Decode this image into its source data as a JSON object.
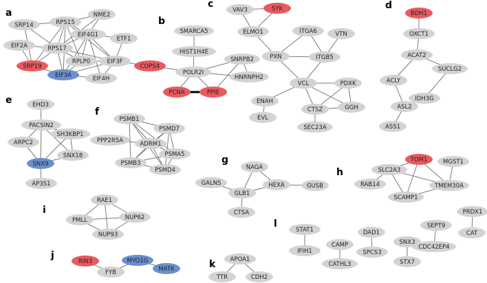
{
  "colors": {
    "default": "#d3d3d3",
    "red": "#e85a5f",
    "blue": "#6a8fce"
  },
  "panels": [
    {
      "label": "a",
      "nodes": [
        {
          "id": "SRP14",
          "color": "default"
        },
        {
          "id": "RPS15",
          "color": "default"
        },
        {
          "id": "NME2",
          "color": "default"
        },
        {
          "id": "EIF4G1",
          "color": "default"
        },
        {
          "id": "ETF1",
          "color": "default"
        },
        {
          "id": "EIF2A",
          "color": "default"
        },
        {
          "id": "RPS17",
          "color": "default"
        },
        {
          "id": "RPLP0",
          "color": "default"
        },
        {
          "id": "EIF3F",
          "color": "default"
        },
        {
          "id": "SRP19",
          "color": "red"
        },
        {
          "id": "EIF3A",
          "color": "blue"
        },
        {
          "id": "EIF4H",
          "color": "default"
        }
      ],
      "edges": [
        [
          "SRP14",
          "RPS15"
        ],
        [
          "SRP14",
          "RPS17"
        ],
        [
          "SRP14",
          "SRP19"
        ],
        [
          "RPS15",
          "NME2"
        ],
        [
          "RPS15",
          "EIF4G1"
        ],
        [
          "RPS15",
          "RPS17"
        ],
        [
          "RPS15",
          "RPLP0"
        ],
        [
          "RPS15",
          "EIF3F"
        ],
        [
          "RPS15",
          "EIF3A"
        ],
        [
          "NME2",
          "EIF4G1"
        ],
        [
          "NME2",
          "RPS17"
        ],
        [
          "EIF4G1",
          "ETF1"
        ],
        [
          "EIF4G1",
          "RPS17"
        ],
        [
          "EIF4G1",
          "EIF3F"
        ],
        [
          "EIF4G1",
          "EIF3A"
        ],
        [
          "EIF4G1",
          "RPLP0"
        ],
        [
          "EIF4G1",
          "EIF4H"
        ],
        [
          "EIF2A",
          "RPS17"
        ],
        [
          "EIF2A",
          "SRP19"
        ],
        [
          "RPS17",
          "RPLP0"
        ],
        [
          "RPS17",
          "EIF3F"
        ],
        [
          "RPS17",
          "EIF3A"
        ],
        [
          "RPS17",
          "SRP19"
        ],
        [
          "RPLP0",
          "EIF3A"
        ],
        [
          "RPLP0",
          "EIF3F"
        ],
        [
          "EIF3F",
          "EIF3A"
        ],
        [
          "EIF3F",
          "EIF4H"
        ],
        [
          "EIF3F",
          "ETF1"
        ],
        [
          "EIF3A",
          "SRP19"
        ],
        [
          "EIF3A",
          "EIF4H"
        ],
        [
          "RPS15",
          "SRP19"
        ],
        [
          "EIF3F",
          "COPS4"
        ]
      ]
    },
    {
      "label": "b",
      "nodes": [
        {
          "id": "SMARCA5",
          "color": "default"
        },
        {
          "id": "HIST1H4E",
          "color": "default"
        },
        {
          "id": "SNRPB2",
          "color": "default"
        },
        {
          "id": "COPS4",
          "color": "red"
        },
        {
          "id": "POLR2I",
          "color": "default"
        },
        {
          "id": "HNRNPH2",
          "color": "default"
        },
        {
          "id": "PCNA",
          "color": "red"
        },
        {
          "id": "PPIE",
          "color": "red"
        }
      ],
      "edges": [
        [
          "SMARCA5",
          "HIST1H4E"
        ],
        [
          "HIST1H4E",
          "POLR2I"
        ],
        [
          "COPS4",
          "POLR2I"
        ],
        [
          "POLR2I",
          "SNRPB2"
        ],
        [
          "POLR2I",
          "HNRNPH2"
        ],
        [
          "SNRPB2",
          "HNRNPH2"
        ],
        [
          "POLR2I",
          "PCNA"
        ],
        [
          "POLR2I",
          "PPIE"
        ],
        [
          "SNRPB2",
          "PPIE"
        ],
        [
          "PCNA",
          "PPIE",
          "thick"
        ]
      ]
    },
    {
      "label": "c",
      "nodes": [
        {
          "id": "VAV3",
          "color": "default"
        },
        {
          "id": "SYK",
          "color": "red"
        },
        {
          "id": "ELMO1",
          "color": "default"
        },
        {
          "id": "ITGA6",
          "color": "default"
        },
        {
          "id": "VTN",
          "color": "default"
        },
        {
          "id": "PXN",
          "color": "default"
        },
        {
          "id": "ITGB5",
          "color": "default"
        },
        {
          "id": "VCL",
          "color": "default"
        },
        {
          "id": "PDXK",
          "color": "default"
        },
        {
          "id": "ENAH",
          "color": "default"
        },
        {
          "id": "GGH",
          "color": "default"
        },
        {
          "id": "CTSZ",
          "color": "default"
        },
        {
          "id": "EVL",
          "color": "default"
        },
        {
          "id": "SEC23A",
          "color": "default"
        }
      ],
      "edges": [
        [
          "VAV3",
          "SYK"
        ],
        [
          "VAV3",
          "ELMO1"
        ],
        [
          "SYK",
          "ELMO1"
        ],
        [
          "ELMO1",
          "PXN"
        ],
        [
          "ITGA6",
          "PXN"
        ],
        [
          "ITGA6",
          "ITGB5"
        ],
        [
          "VTN",
          "ITGB5"
        ],
        [
          "PXN",
          "ITGB5"
        ],
        [
          "PXN",
          "VCL"
        ],
        [
          "ITGB5",
          "VCL"
        ],
        [
          "VCL",
          "PDXK"
        ],
        [
          "VCL",
          "ENAH"
        ],
        [
          "VCL",
          "CTSZ"
        ],
        [
          "VCL",
          "GGH"
        ],
        [
          "PDXK",
          "GGH"
        ],
        [
          "PDXK",
          "CTSZ"
        ],
        [
          "CTSZ",
          "GGH"
        ],
        [
          "CTSZ",
          "SEC23A"
        ],
        [
          "ENAH",
          "EVL"
        ]
      ]
    },
    {
      "label": "d",
      "nodes": [
        {
          "id": "BDH1",
          "color": "red"
        },
        {
          "id": "OXCT1",
          "color": "default"
        },
        {
          "id": "ACAT2",
          "color": "default"
        },
        {
          "id": "SUCLG2",
          "color": "default"
        },
        {
          "id": "ACLY",
          "color": "default"
        },
        {
          "id": "IDH3G",
          "color": "default"
        },
        {
          "id": "ASL2",
          "color": "default"
        },
        {
          "id": "ASS1",
          "color": "default"
        }
      ],
      "edges": [
        [
          "BDH1",
          "OXCT1"
        ],
        [
          "OXCT1",
          "ACAT2"
        ],
        [
          "ACAT2",
          "SUCLG2"
        ],
        [
          "ACAT2",
          "ACLY"
        ],
        [
          "SUCLG2",
          "IDH3G"
        ],
        [
          "ACLY",
          "ASL2"
        ],
        [
          "IDH3G",
          "ASL2"
        ],
        [
          "ASL2",
          "ASS1"
        ]
      ]
    },
    {
      "label": "e",
      "nodes": [
        {
          "id": "EHD3",
          "color": "default"
        },
        {
          "id": "PACSIN2",
          "color": "default"
        },
        {
          "id": "SH3KBP1",
          "color": "default"
        },
        {
          "id": "ARPC2",
          "color": "default"
        },
        {
          "id": "SNX18",
          "color": "default"
        },
        {
          "id": "SNX9",
          "color": "blue"
        },
        {
          "id": "AP3S1",
          "color": "default"
        }
      ],
      "edges": [
        [
          "EHD3",
          "PACSIN2"
        ],
        [
          "PACSIN2",
          "SH3KBP1"
        ],
        [
          "PACSIN2",
          "ARPC2"
        ],
        [
          "PACSIN2",
          "SNX9"
        ],
        [
          "PACSIN2",
          "SNX18"
        ],
        [
          "SH3KBP1",
          "SNX9"
        ],
        [
          "SH3KBP1",
          "SNX18"
        ],
        [
          "ARPC2",
          "SNX9"
        ],
        [
          "SNX18",
          "SNX9"
        ],
        [
          "SNX9",
          "AP3S1"
        ]
      ]
    },
    {
      "label": "f",
      "nodes": [
        {
          "id": "PSMB1",
          "color": "default"
        },
        {
          "id": "PSMD7",
          "color": "default"
        },
        {
          "id": "PPP2R5A",
          "color": "default"
        },
        {
          "id": "ADRM1",
          "color": "default"
        },
        {
          "id": "PSMA5",
          "color": "default"
        },
        {
          "id": "PSMB3",
          "color": "default"
        },
        {
          "id": "PSMD4",
          "color": "default"
        }
      ],
      "edges": [
        [
          "PSMB1",
          "PSMD7"
        ],
        [
          "PSMB1",
          "ADRM1"
        ],
        [
          "PSMB1",
          "PSMA5"
        ],
        [
          "PSMB1",
          "PSMB3"
        ],
        [
          "PSMB1",
          "PSMD4"
        ],
        [
          "PSMD7",
          "ADRM1"
        ],
        [
          "PSMD7",
          "PSMA5"
        ],
        [
          "PSMD7",
          "PSMB3"
        ],
        [
          "PSMD7",
          "PSMD4"
        ],
        [
          "PPP2R5A",
          "ADRM1"
        ],
        [
          "ADRM1",
          "PSMA5"
        ],
        [
          "ADRM1",
          "PSMB3"
        ],
        [
          "ADRM1",
          "PSMD4"
        ],
        [
          "PSMA5",
          "PSMB3"
        ],
        [
          "PSMA5",
          "PSMD4"
        ],
        [
          "PSMB3",
          "PSMD4"
        ]
      ]
    },
    {
      "label": "g",
      "nodes": [
        {
          "id": "NAGA",
          "color": "default"
        },
        {
          "id": "GALNS",
          "color": "default"
        },
        {
          "id": "HEXA",
          "color": "default"
        },
        {
          "id": "GUSB",
          "color": "default"
        },
        {
          "id": "GLB1",
          "color": "default"
        },
        {
          "id": "CTSA",
          "color": "default"
        }
      ],
      "edges": [
        [
          "NAGA",
          "GLB1"
        ],
        [
          "NAGA",
          "HEXA"
        ],
        [
          "GALNS",
          "GLB1"
        ],
        [
          "HEXA",
          "GLB1"
        ],
        [
          "HEXA",
          "GUSB"
        ],
        [
          "GLB1",
          "CTSA"
        ]
      ]
    },
    {
      "label": "h",
      "nodes": [
        {
          "id": "TOM1",
          "color": "red"
        },
        {
          "id": "MGST1",
          "color": "default"
        },
        {
          "id": "SLC2A3",
          "color": "default"
        },
        {
          "id": "RAB14",
          "color": "default"
        },
        {
          "id": "TMEM30A",
          "color": "default"
        },
        {
          "id": "SCAMP1",
          "color": "default"
        }
      ],
      "edges": [
        [
          "TOM1",
          "SLC2A3"
        ],
        [
          "TOM1",
          "TMEM30A"
        ],
        [
          "TOM1",
          "SCAMP1"
        ],
        [
          "MGST1",
          "TMEM30A"
        ],
        [
          "SLC2A3",
          "RAB14"
        ],
        [
          "SLC2A3",
          "SCAMP1"
        ],
        [
          "SLC2A3",
          "TMEM30A"
        ],
        [
          "TMEM30A",
          "SCAMP1"
        ]
      ]
    },
    {
      "label": "i",
      "nodes": [
        {
          "id": "RAE1",
          "color": "default"
        },
        {
          "id": "PMLL",
          "color": "default"
        },
        {
          "id": "NUP62",
          "color": "default"
        },
        {
          "id": "NUP93",
          "color": "default"
        }
      ],
      "edges": [
        [
          "RAE1",
          "PMLL"
        ],
        [
          "RAE1",
          "NUP62"
        ],
        [
          "RAE1",
          "NUP93"
        ],
        [
          "PMLL",
          "NUP62"
        ],
        [
          "PMLL",
          "NUP93"
        ],
        [
          "NUP62",
          "NUP93"
        ]
      ]
    },
    {
      "label": "j",
      "nodes": [
        {
          "id": "RIN3",
          "color": "red"
        },
        {
          "id": "MYO1G",
          "color": "blue"
        },
        {
          "id": "FYB",
          "color": "default"
        },
        {
          "id": "MATK",
          "color": "blue"
        }
      ],
      "edges": [
        [
          "RIN3",
          "FYB"
        ],
        [
          "MYO1G",
          "FYB"
        ],
        [
          "MYO1G",
          "MATK"
        ]
      ]
    },
    {
      "label": "k",
      "nodes": [
        {
          "id": "APOA1",
          "color": "default"
        },
        {
          "id": "TTR",
          "color": "default"
        },
        {
          "id": "CDH2",
          "color": "default"
        }
      ],
      "edges": [
        [
          "APOA1",
          "TTR"
        ],
        [
          "APOA1",
          "CDH2"
        ]
      ]
    },
    {
      "label": "l",
      "nodes": [
        {
          "id": "PRDX1",
          "color": "default"
        },
        {
          "id": "SEPT9",
          "color": "default"
        },
        {
          "id": "CAT",
          "color": "default"
        },
        {
          "id": "STAT1",
          "color": "default"
        },
        {
          "id": "DAD1",
          "color": "default"
        },
        {
          "id": "CDC42EP4",
          "color": "default"
        },
        {
          "id": "CAMP",
          "color": "default"
        },
        {
          "id": "SNX3",
          "color": "default"
        },
        {
          "id": "IFIH1",
          "color": "default"
        },
        {
          "id": "SPCS3",
          "color": "default"
        },
        {
          "id": "CATHL3",
          "color": "default"
        },
        {
          "id": "STX7",
          "color": "default"
        }
      ],
      "edges": [
        [
          "PRDX1",
          "CAT"
        ],
        [
          "SEPT9",
          "CDC42EP4"
        ],
        [
          "STAT1",
          "IFIH1"
        ],
        [
          "DAD1",
          "SPCS3"
        ],
        [
          "CAMP",
          "CATHL3"
        ],
        [
          "SNX3",
          "STX7"
        ]
      ]
    }
  ]
}
